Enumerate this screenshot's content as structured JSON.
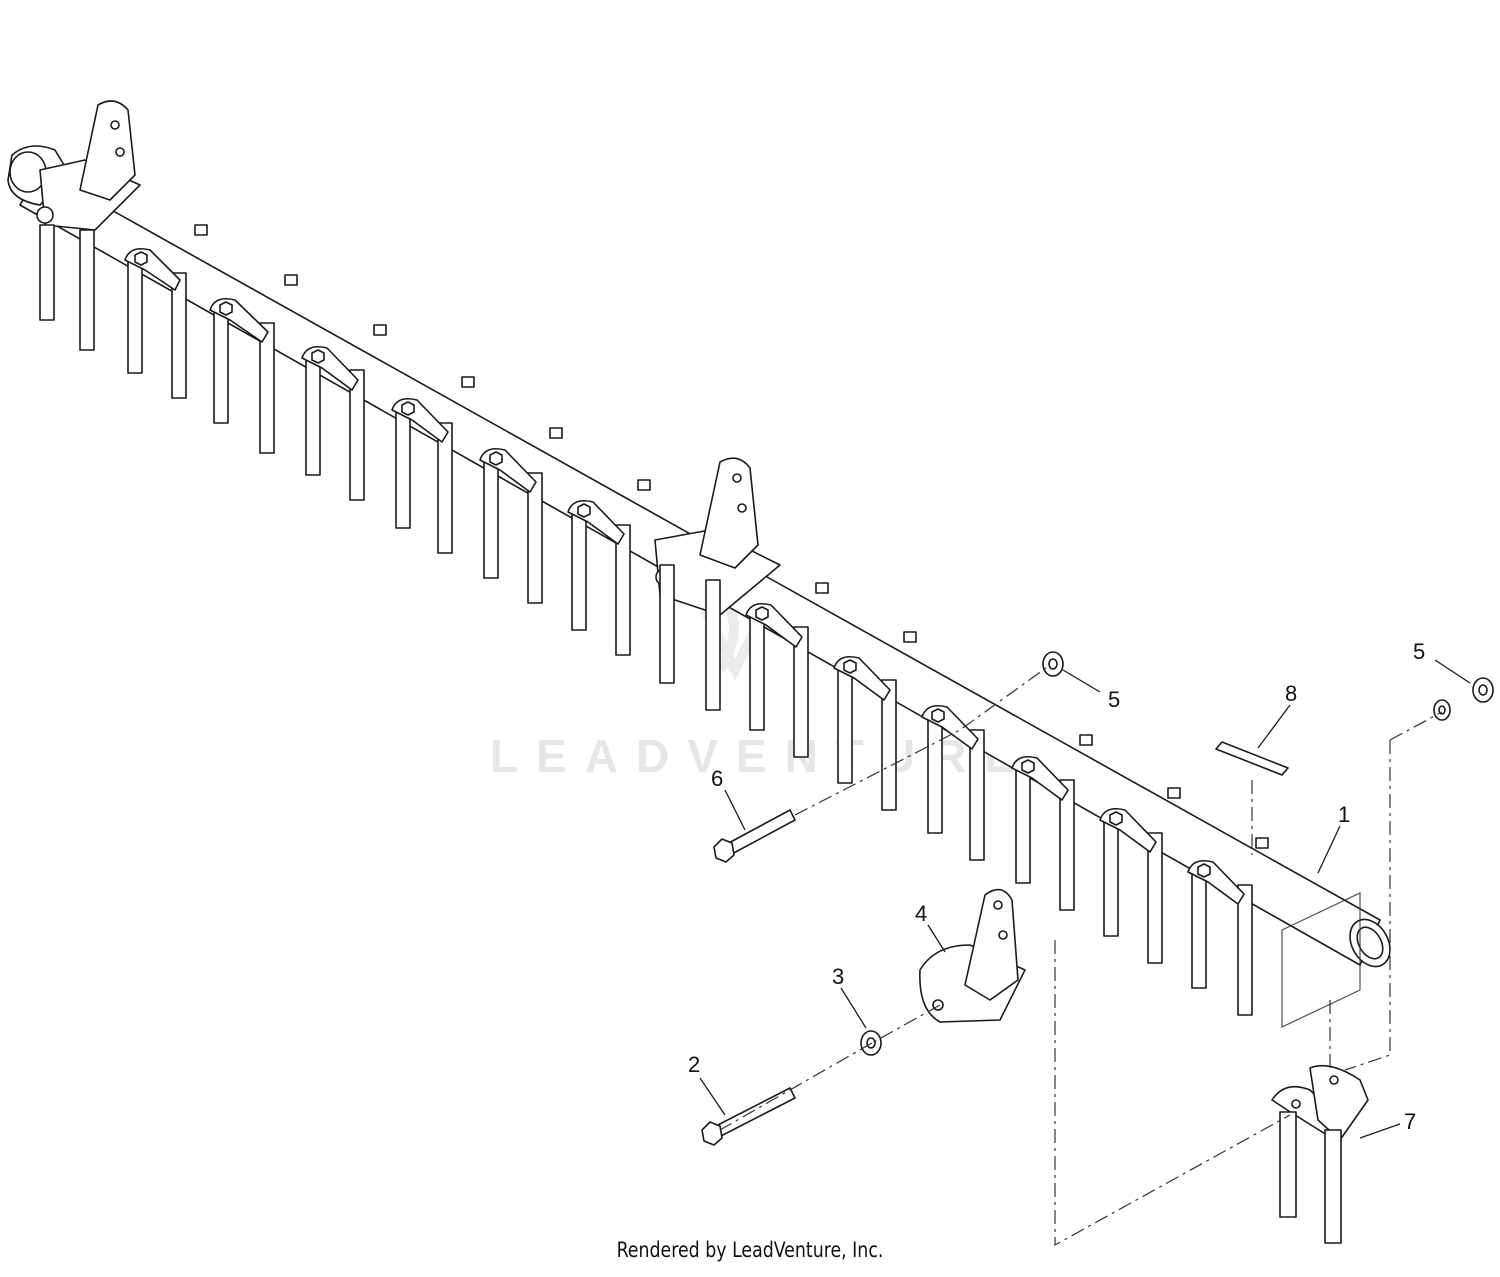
{
  "diagram": {
    "watermark_text": "LEADVENTURE",
    "footer_text": "Rendered by LeadVenture, Inc.",
    "callouts": [
      {
        "id": "callout-1",
        "label": "1"
      },
      {
        "id": "callout-2",
        "label": "2"
      },
      {
        "id": "callout-3",
        "label": "3"
      },
      {
        "id": "callout-4",
        "label": "4"
      },
      {
        "id": "callout-5a",
        "label": "5"
      },
      {
        "id": "callout-5b",
        "label": "5"
      },
      {
        "id": "callout-6",
        "label": "6"
      },
      {
        "id": "callout-7",
        "label": "7"
      },
      {
        "id": "callout-8",
        "label": "8"
      }
    ],
    "colors": {
      "line": "#1a1a1a",
      "fill": "#ffffff",
      "watermark": "#e6e6e6"
    }
  }
}
